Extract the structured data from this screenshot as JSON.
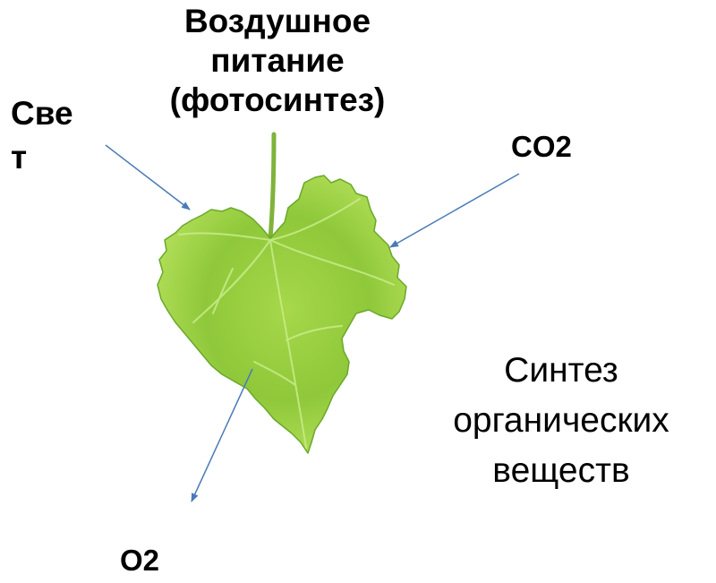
{
  "title": {
    "line1": "Воздушное",
    "line2": "питание",
    "line3": "(фотосинтез)"
  },
  "inputs": {
    "light_line1": "Све",
    "light_line2": "т",
    "co2": "CO2"
  },
  "outputs": {
    "o2": "O2",
    "synthesis_line1": "Синтез",
    "synthesis_line2": "органических",
    "synthesis_line3": "веществ"
  },
  "colors": {
    "arrow": "#4a7ab8",
    "leaf_light": "#b7e15a",
    "leaf_mid": "#8fc83a",
    "leaf_dark": "#5f9a22",
    "vein": "#c9ec8a",
    "text": "#000000"
  },
  "icons": {
    "leaf": "grape-leaf-icon"
  }
}
